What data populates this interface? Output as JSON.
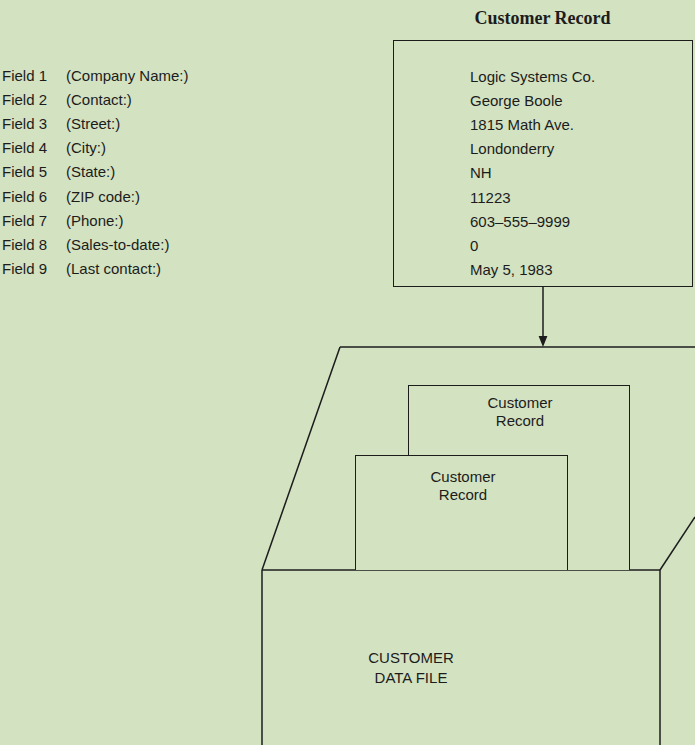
{
  "diagram": {
    "nodes": [
      {
        "text": [
          "Customer Record",
          "Logic Systems Co.",
          "George Boole",
          "1815 Math Ave.",
          "Londonderry",
          "NH",
          "11223",
          "603–555–9999",
          "0",
          "May 5, 1983"
        ]
      },
      {
        "text": [
          "CUSTOMER DATA FILE"
        ]
      },
      {
        "text": [
          "Customer Record"
        ],
        "in": 1
      },
      {
        "text": [
          "Customer Record"
        ],
        "in": 1
      }
    ],
    "edges": [
      {
        "from": 0,
        "to": 1,
        "arrow": "to"
      }
    ],
    "labels": [
      "Field 1",
      "(Company Name:)",
      "Field 2",
      "(Contact:)",
      "Field 3",
      "(Street:)",
      "Field 4",
      "(City:)",
      "Field 5",
      "(State:)",
      "Field 6",
      "(ZIP code:)",
      "Field 7",
      "(Phone:)",
      "Field 8",
      "(Sales-to-date:)",
      "Field 9",
      "(Last contact:)"
    ]
  }
}
